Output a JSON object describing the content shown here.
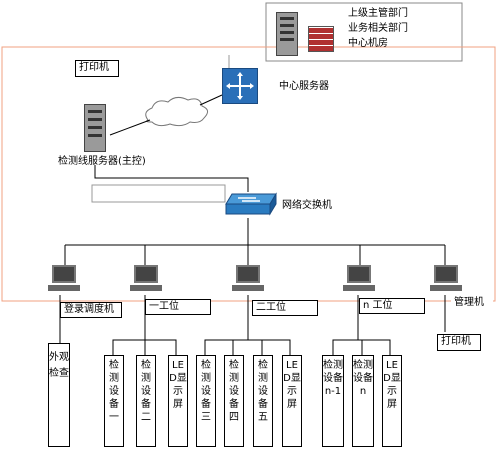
{
  "top_right": {
    "lines": [
      "上级主管部门",
      "业务相关部门",
      "中心机房"
    ]
  },
  "printer_top": "打印机",
  "center_server": "中心服务器",
  "detect_server": "检测线服务器(主控)",
  "network_switch": "网络交换机",
  "workstations": [
    {
      "label": "登录调度机"
    },
    {
      "label": "一工位"
    },
    {
      "label": "二工位"
    },
    {
      "label": "n 工位"
    },
    {
      "label": "管理机"
    }
  ],
  "printer_bottom": "打印机",
  "outside_check": "外观检查",
  "group1": [
    "检测设备一",
    "检测设备二",
    "LED显示屏"
  ],
  "group2": [
    "检测设备三",
    "检测设备四",
    "检测设备五",
    "LED显示屏"
  ],
  "group3": [
    "检测设备n-1",
    "检测设备n",
    "LED显示屏"
  ],
  "colors": {
    "frame": "#f0a080",
    "switch": "#2a7bc0",
    "router": "#2a6fb8",
    "firewall": "#b03030"
  }
}
